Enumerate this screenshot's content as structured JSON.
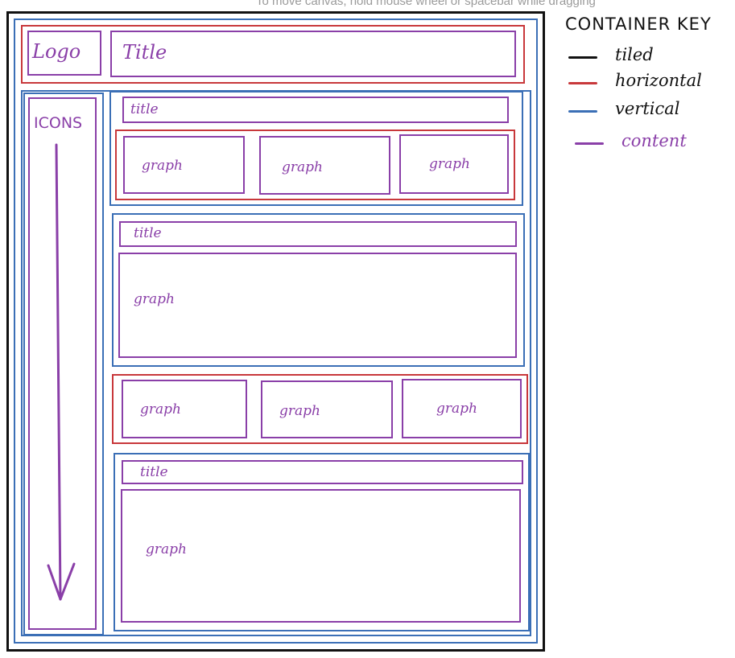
{
  "hint": "To move canvas, hold mouse wheel or spacebar while dragging",
  "header": {
    "logo": "Logo",
    "title": "Title"
  },
  "sidebar": {
    "label": "ICONS"
  },
  "sections": {
    "s1": {
      "title": "title",
      "graphs": [
        "graph",
        "graph",
        "graph"
      ]
    },
    "s2": {
      "title": "title",
      "graph": "graph"
    },
    "s3": {
      "graphs": [
        "graph",
        "graph",
        "graph"
      ]
    },
    "s4": {
      "title": "title",
      "graph": "graph"
    }
  },
  "key": {
    "title": "CONTAINER KEY",
    "items": [
      {
        "label": "tiled",
        "color": "#111111"
      },
      {
        "label": "horizontal",
        "color": "#c8383b"
      },
      {
        "label": "vertical",
        "color": "#3b6fb6"
      },
      {
        "label": "content",
        "color": "#8a3fa8"
      }
    ]
  }
}
